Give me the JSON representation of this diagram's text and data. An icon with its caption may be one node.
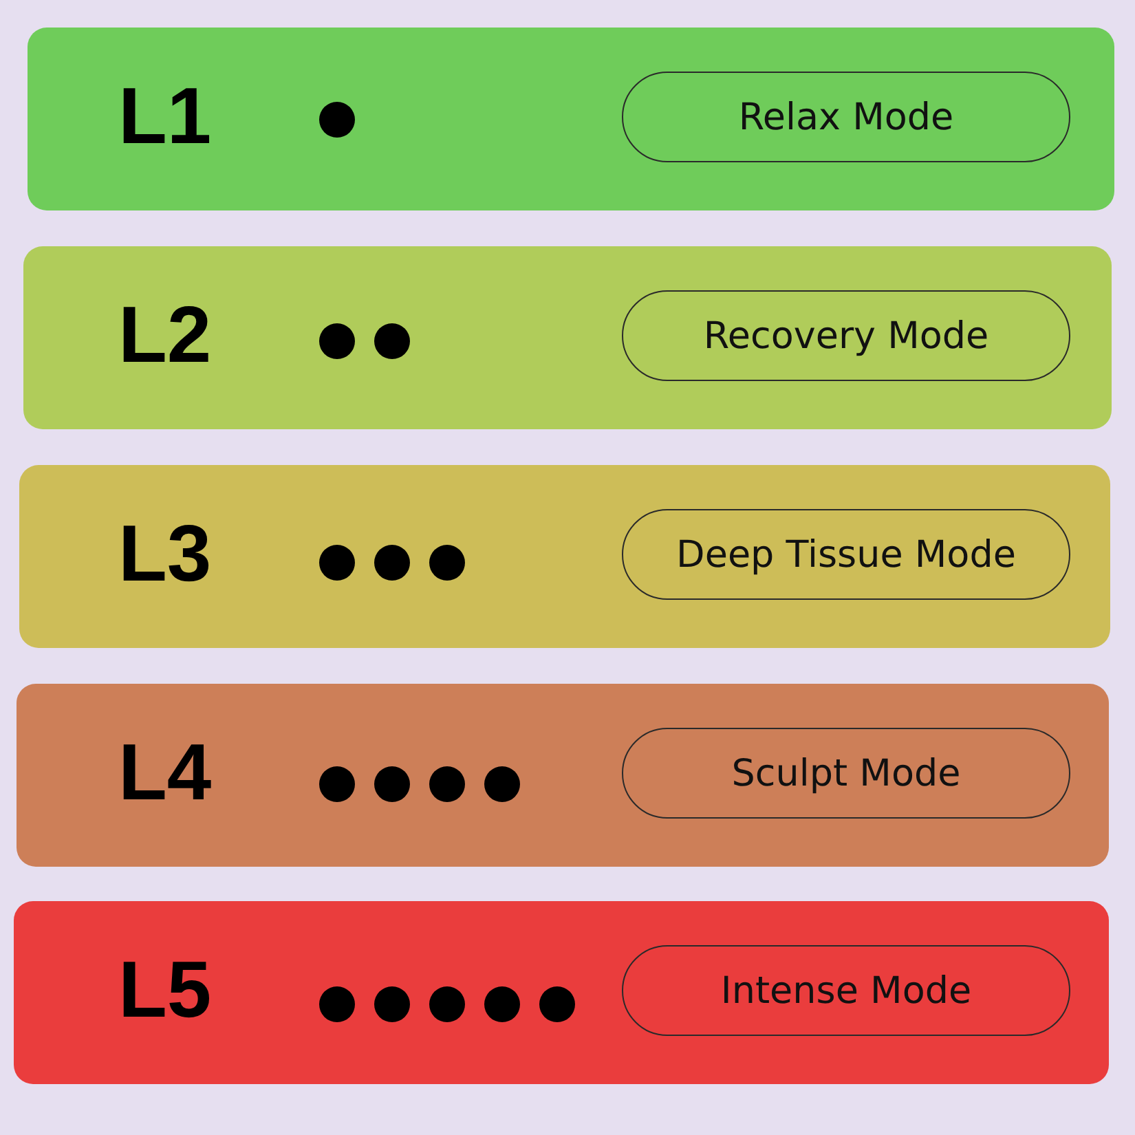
{
  "diagram": {
    "nodes": [
      {
        "text": [
          "L1"
        ]
      },
      {
        "text": [
          "Relax Mode"
        ],
        "in": 0
      },
      {
        "text": [
          "L2"
        ]
      },
      {
        "text": [
          "Recovery Mode"
        ],
        "in": 2
      },
      {
        "text": [
          "L3"
        ]
      },
      {
        "text": [
          "Deep Tissue Mode"
        ],
        "in": 4
      },
      {
        "text": [
          "L4"
        ]
      },
      {
        "text": [
          "Sculpt Mode"
        ],
        "in": 6
      },
      {
        "text": [
          "L5"
        ]
      },
      {
        "text": [
          "Intense Mode"
        ],
        "in": 8
      }
    ]
  }
}
